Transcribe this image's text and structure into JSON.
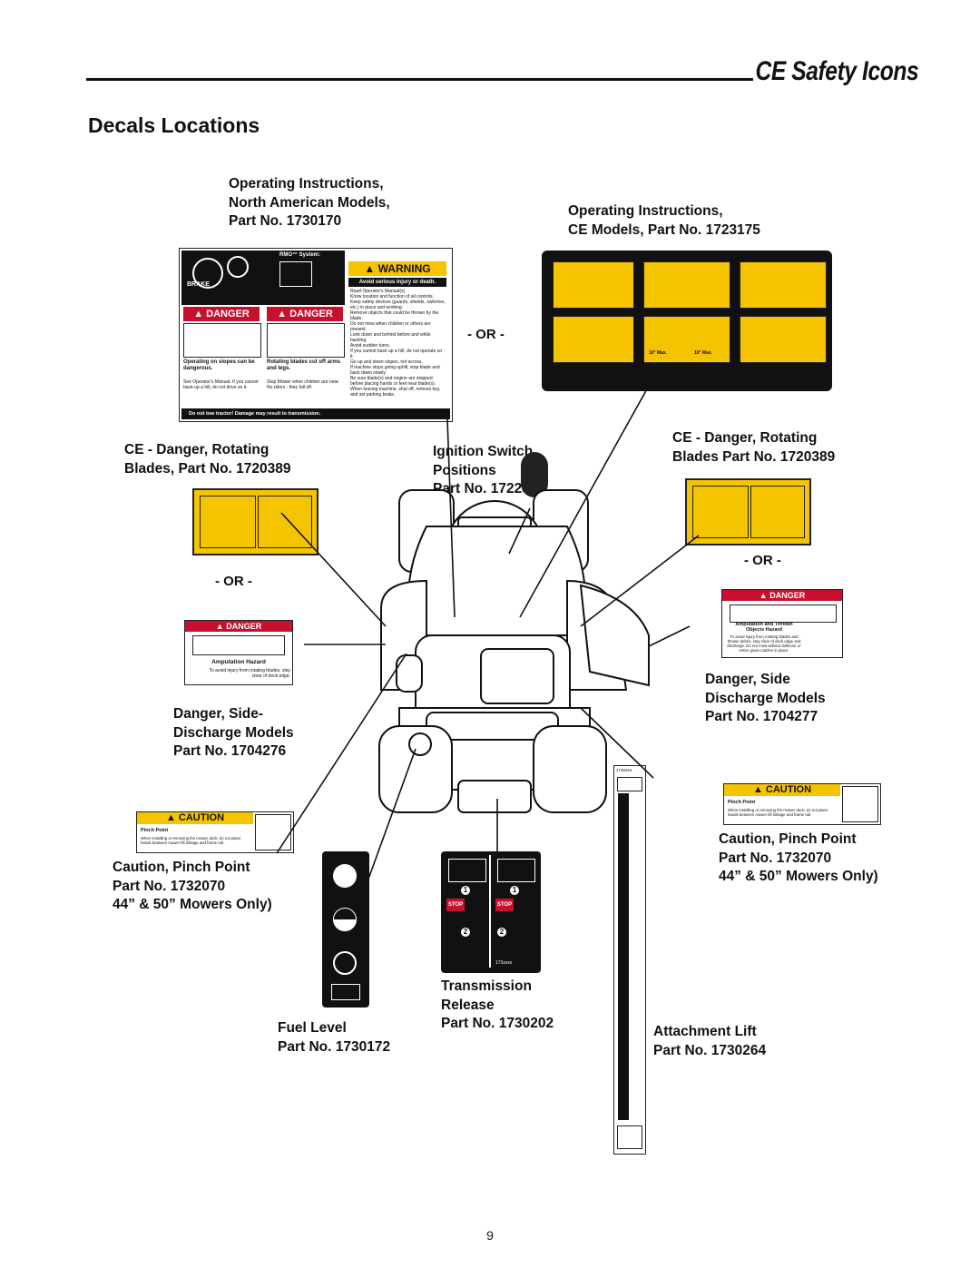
{
  "header": {
    "title": "CE Safety Icons"
  },
  "section_title": "Decals Locations",
  "labels": {
    "op_na": "Operating Instructions,\nNorth American Models,\nPart No. 1730170",
    "op_ce": "Operating Instructions,\nCE Models, Part No. 1723175",
    "ce_left": "CE - Danger, Rotating\nBlades, Part No. 1720389",
    "ignition": "Ignition Switch\nPositions\nPart No. 1722806",
    "ce_right": "CE - Danger, Rotating\nBlades Part No. 1720389",
    "danger_left": "Danger, Side-\nDischarge Models\nPart No. 1704276",
    "danger_right": "Danger, Side\nDischarge Models\nPart No. 1704277",
    "caution_left": "Caution, Pinch Point\nPart No. 1732070\n44” & 50” Mowers Only)",
    "caution_right": "Caution, Pinch Point\nPart No. 1732070\n44” & 50” Mowers Only)",
    "fuel": "Fuel Level\nPart No. 1730172",
    "transmission": "Transmission\nRelease\nPart No. 1730202",
    "attachment": "Attachment Lift\nPart No. 1730264"
  },
  "or_text": "- OR -",
  "decals": {
    "na_op": {
      "rmo": "RMO™ System:",
      "brake": "BRAKE",
      "warning": "WARNING",
      "danger": "DANGER",
      "avoid": "Avoid serious injury or death.",
      "bullets": [
        "Read Operator's Manual(s).",
        "Know location and function of all controls.",
        "Keep safety devices (guards, shields, switches, etc.) in place and working.",
        "Remove objects that could be thrown by the blade.",
        "Do not mow when children or others are present.",
        "Look down and behind before and while backing.",
        "Avoid sudden turns.",
        "If you cannot back up a hill, do not operate on it.",
        "Go up and down slopes, not across.",
        "If machine stops going uphill, stop blade and back down slowly.",
        "Be sure blade(s) and engine are stopped before placing hands or feet near blade(s).",
        "When leaving machine, shut off, remove key, and set parking brake."
      ],
      "slopes_title": "Operating on slopes can be dangerous.",
      "slopes_text": "See Operator's Manual. If you cannot back-up a hill, do not drive on it.",
      "blades_title": "Rotating blades cut off arms and legs.",
      "blades_text": "Stop Mower when children are near. No riders - they fall off.",
      "tow": "Do not tow tractor! Damage may result to transmission."
    },
    "ce_op": {
      "angle1": "10° Max.",
      "angle2": "10° Max."
    },
    "danger_left": {
      "tag": "DANGER",
      "title": "Amputation Hazard",
      "text": "To avoid injury from rotating blades, stay clear of deck edge."
    },
    "danger_right": {
      "tag": "DANGER",
      "title": "Amputation and Thrown Objects Hazard",
      "text": "To avoid injury from rotating blades and thrown debris, stay clear of deck edge and discharge. Do not mow without deflector or entire grass catcher in place."
    },
    "caution": {
      "tag": "CAUTION",
      "title": "Pinch Point",
      "text": "When installing or removing the mower deck, do not place hands between mower lift linkage and frame rail."
    },
    "transmission": {
      "stop": "STOP",
      "one": "1",
      "two": "2",
      "code": "173xxxx"
    },
    "attachment_code": "1730264"
  },
  "page_number": "9"
}
